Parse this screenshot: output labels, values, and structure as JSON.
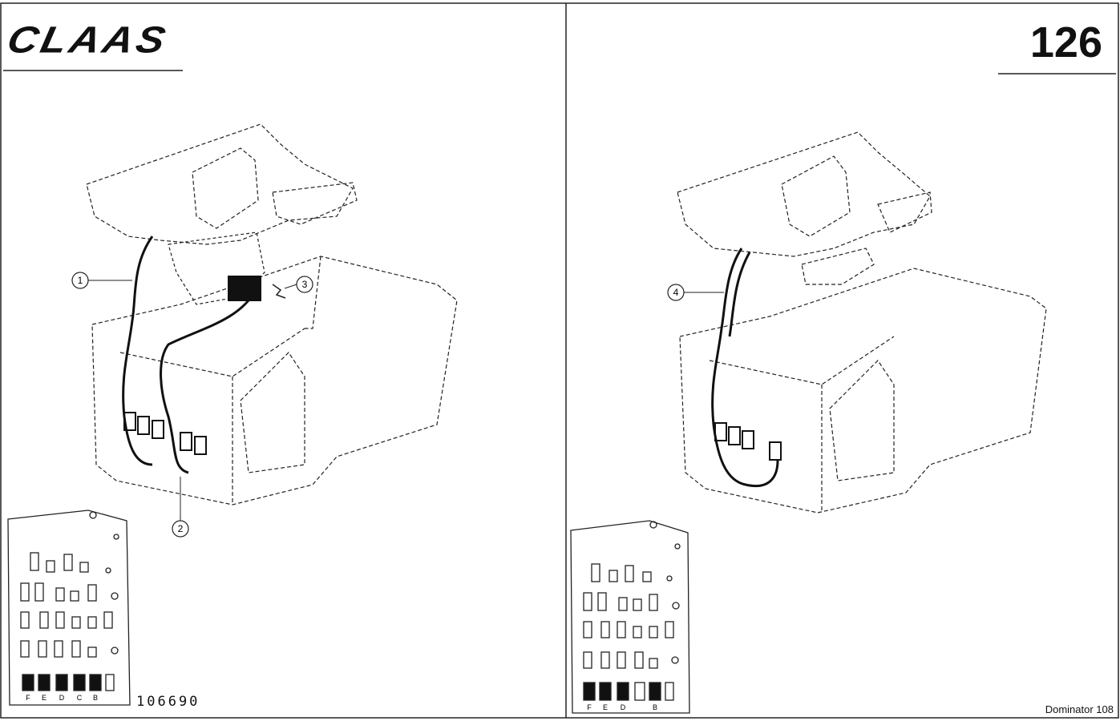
{
  "header": {
    "brand": "CLAAS",
    "page_number": "126"
  },
  "left_panel": {
    "callouts": [
      {
        "label": "1"
      },
      {
        "label": "2"
      },
      {
        "label": "3"
      }
    ],
    "fuse_labels": [
      "F",
      "E",
      "D",
      "C",
      "B"
    ],
    "figure_number": "106690"
  },
  "right_panel": {
    "callouts": [
      {
        "label": "4"
      }
    ],
    "fuse_labels": [
      "F",
      "E",
      "D",
      "B"
    ],
    "model_label": "Dominator 108"
  }
}
